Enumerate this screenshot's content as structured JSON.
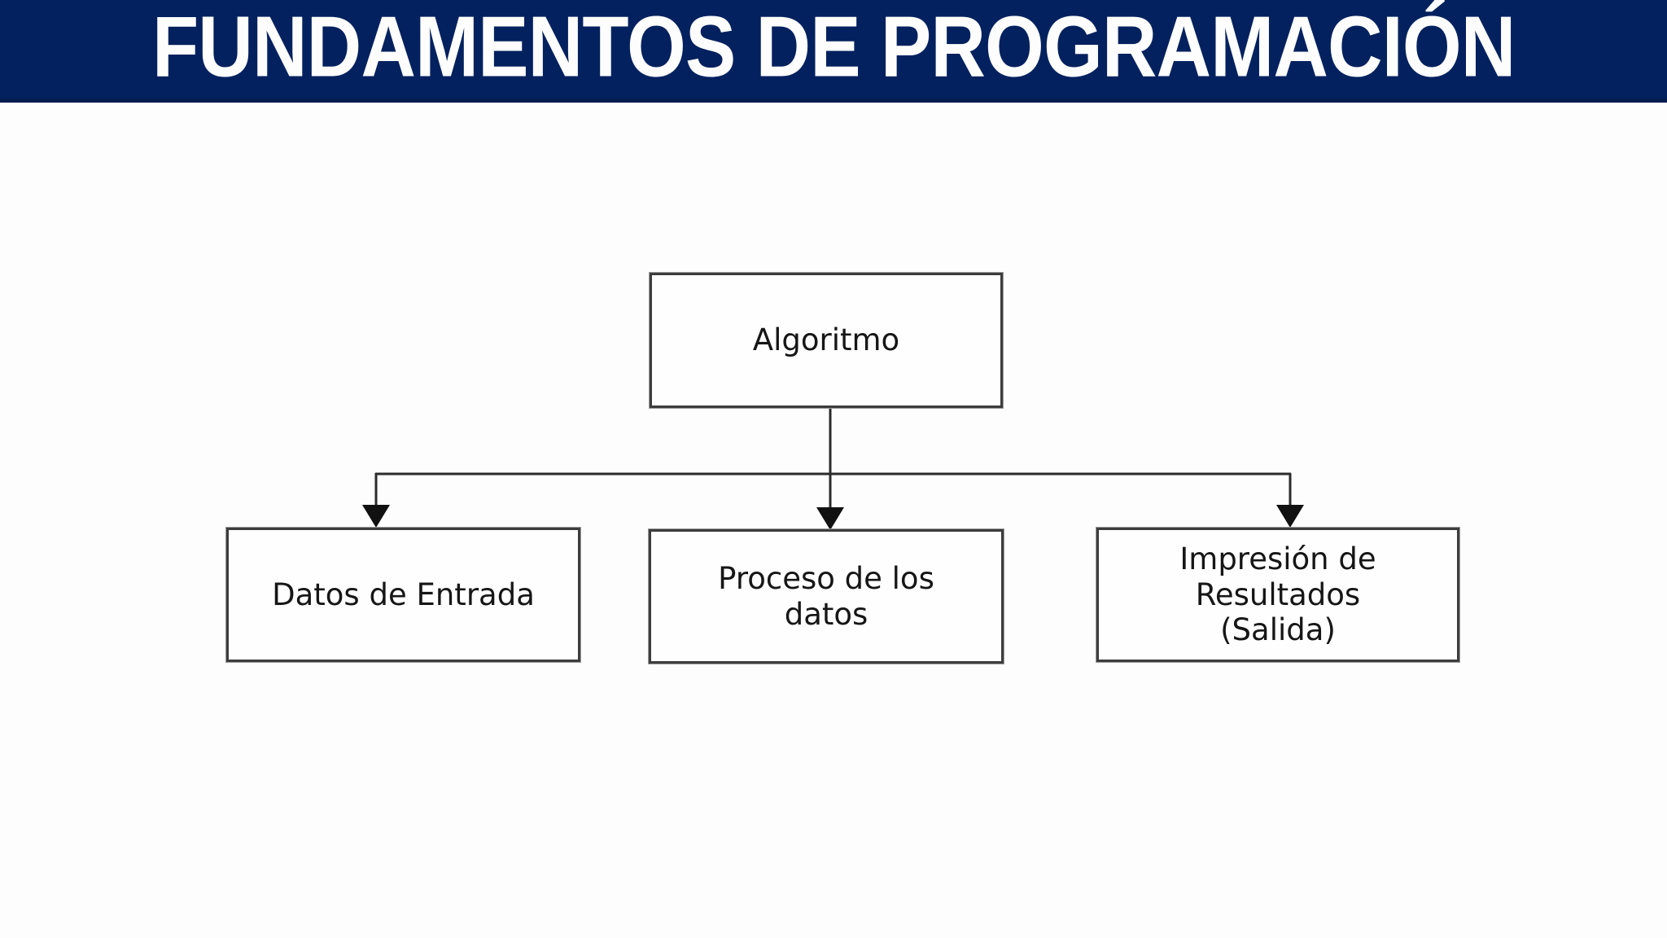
{
  "header": {
    "title": "FUNDAMENTOS DE PROGRAMACIÓN",
    "bg_color": "#03215e",
    "text_color": "#fdfdfd"
  },
  "diagram": {
    "type": "flowchart",
    "nodes": [
      {
        "id": "algoritmo",
        "label": "Algoritmo"
      },
      {
        "id": "entrada",
        "label": "Datos de Entrada"
      },
      {
        "id": "proceso",
        "label": "Proceso de los datos"
      },
      {
        "id": "salida",
        "label": "Impresión de Resultados (Salida)"
      }
    ],
    "edges": [
      {
        "from": "algoritmo",
        "to": "entrada"
      },
      {
        "from": "algoritmo",
        "to": "proceso"
      },
      {
        "from": "algoritmo",
        "to": "salida"
      }
    ],
    "line_color": "#2b2b2b",
    "node_border_color": "#3d3d3d",
    "node_bg_color": "#fefefe",
    "node_text_color": "#161616"
  }
}
